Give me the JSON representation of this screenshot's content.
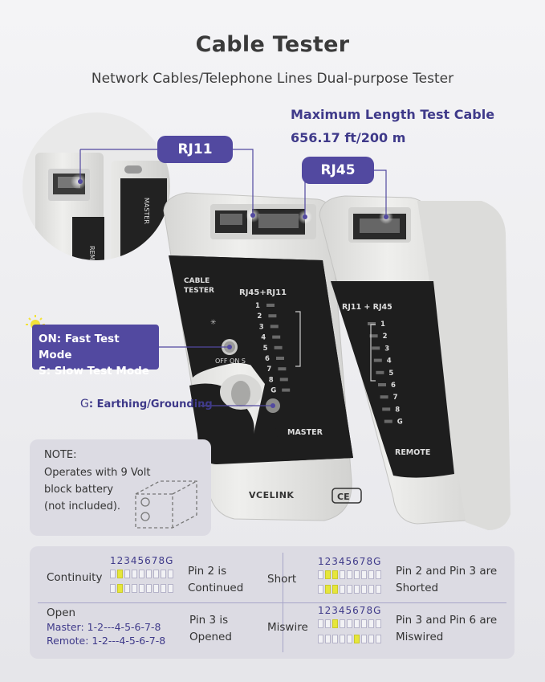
{
  "title": "Cable Tester",
  "subtitle": "Network Cables/Telephone Lines Dual-purpose Tester",
  "max_length_label": "Maximum Length Test Cable",
  "max_length_value": "656.17 ft/200 m",
  "callouts": {
    "rj11": "RJ11",
    "rj45": "RJ45"
  },
  "mode": {
    "on": "ON: Fast Test Mode",
    "s": "S: Slow Test Mode"
  },
  "earthing": {
    "g": "G",
    "text": ": Earthing/Grounding"
  },
  "device": {
    "master_panel": {
      "title_line1": "CABLE",
      "title_line2": "TESTER",
      "port_label": "RJ45+RJ11",
      "switch_label": "OFF ON S",
      "name": "MASTER",
      "pins": [
        "1",
        "2",
        "3",
        "4",
        "5",
        "6",
        "7",
        "8",
        "G"
      ]
    },
    "remote_panel": {
      "port_label": "RJ11 + RJ45",
      "name": "REMOTE",
      "pins": [
        "1",
        "2",
        "3",
        "4",
        "5",
        "6",
        "7",
        "8",
        "G"
      ]
    },
    "side_labels": {
      "remote": "REMOTE",
      "master": "MASTER"
    },
    "brand": "VCELINK",
    "cert": "CE"
  },
  "note": {
    "heading": "NOTE:",
    "lines": [
      "Operates with 9 Volt",
      "block battery",
      "(not included)."
    ]
  },
  "legend": {
    "pin_header": "12345678G",
    "continuity": {
      "label": "Continuity",
      "desc1": "Pin 2 is",
      "desc2": "Continued",
      "row1_on": [
        2
      ],
      "row2_on": [
        2
      ]
    },
    "short": {
      "label": "Short",
      "desc1": "Pin 2 and Pin 3 are",
      "desc2": "Shorted",
      "row1_on": [
        2,
        3
      ],
      "row2_on": [
        2,
        3
      ]
    },
    "open": {
      "label": "Open",
      "master": "Master: 1-2---4-5-6-7-8",
      "remote": "Remote: 1-2---4-5-6-7-8",
      "desc1": "Pin 3 is",
      "desc2": "Opened"
    },
    "miswire": {
      "label": "Miswire",
      "desc1": "Pin 3 and Pin 6 are",
      "desc2": "Miswired",
      "row1_on": [
        3
      ],
      "row2_on": [
        6
      ]
    }
  },
  "colors": {
    "accent": "#5249a0",
    "accent_text": "#3f3a8a",
    "led_on": "#e6e63a",
    "panel_bg": "#dcdbe3",
    "device_body": "#e4e4e2",
    "device_panel": "#1e1e1e"
  }
}
